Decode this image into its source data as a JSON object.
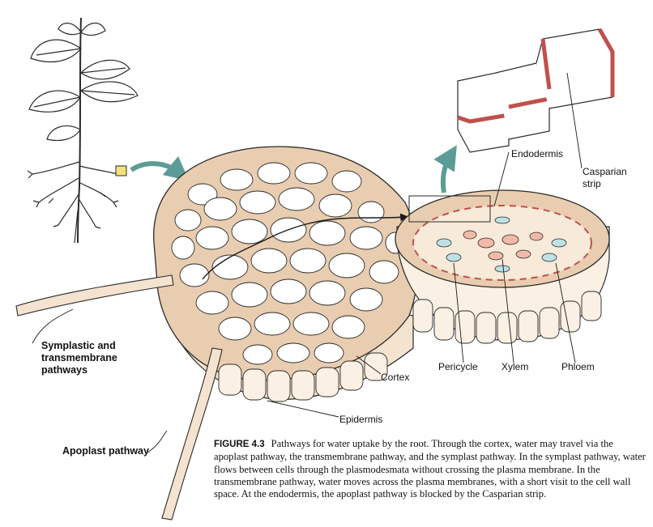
{
  "labels": {
    "endodermis": "Endodermis",
    "casparian_strip": "Casparian\nstrip",
    "symplastic_transmembrane": "Symplastic and\ntransmembrane\npathways",
    "cortex": "Cortex",
    "pericycle": "Pericycle",
    "xylem": "Xylem",
    "phloem": "Phloem",
    "epidermis": "Epidermis",
    "apoplast_pathway": "Apoplast pathway"
  },
  "caption": {
    "figure_number": "FIGURE 4.3",
    "text": "Pathways for water uptake by the root. Through the cortex, water may travel via the apoplast pathway, the transmembrane pathway, and the symplast pathway. In the symplast pathway, water flows between cells through the plasmodesmata without crossing the plasma membrane. In the transmembrane pathway, water moves across the plasma membranes, with a short visit to the cell wall space. At the endodermis, the apoplast pathway is blocked by the Casparian strip."
  },
  "colors": {
    "cell_wall": "#e9cdb0",
    "line": "#2a2a2a",
    "casparian": "#c0504d",
    "xylem_fill": "#f2b9a8",
    "phloem_fill": "#bfe1e6",
    "arrow_teal": "#5c9c96"
  }
}
